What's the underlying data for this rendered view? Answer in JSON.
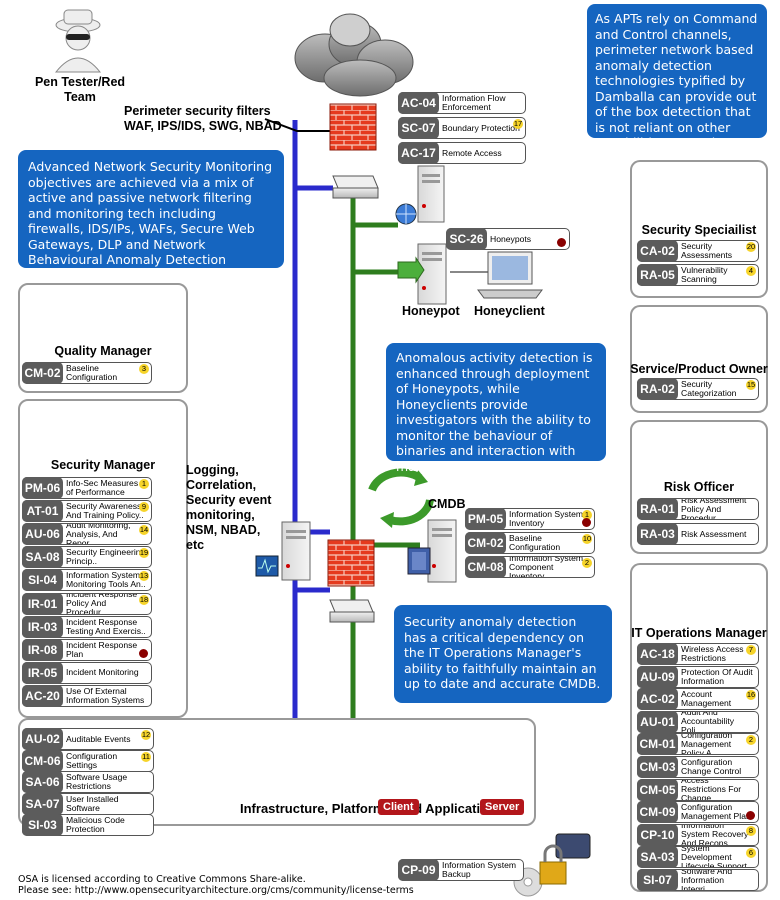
{
  "roles": {
    "pen_tester": "Pen Tester/Red Team",
    "quality_manager": "Quality Manager",
    "security_manager": "Security Manager",
    "security_specialist": "Security Speciailist",
    "service_owner": "Service/Product Owner",
    "risk_officer": "Risk Officer",
    "it_ops_manager": "IT Operations Manager"
  },
  "labels": {
    "perimeter": "Perimeter security filters\nWAF, IPS/IDS, SWG, NBAD",
    "honeypot": "Honeypot",
    "honeyclient": "Honeyclient",
    "logging": "Logging,\nCorrelation,\nSecurity event\nmonitoring,\nNSM, NBAD,\netc",
    "cmdb": "CMDB",
    "infrastructure": "Infrastructure, Platforms, and Applications",
    "client": "Client",
    "server": "Server"
  },
  "callouts": {
    "apt": "As APTs rely on Command and Control channels, perimeter network based anomaly detection technologies typified by Damballa can provide out of the box detection that is not reliant on other capabilities Detection",
    "monitoring": "Advanced Network Security Monitoring objectives are achieved via a mix of active and passive network filtering and monitoring tech including firewalls, IDS/IPs, WAFs, Secure Web Gateways, DLP and Network Behavioural Anomaly Detection",
    "honeypots": "Anomalous activity detection is enhanced through deployment of Honeypots, while Honeyclients provide investigators with the ability to monitor the behaviour of binaries and interaction with malicious web sites",
    "cmdb": "Security anomaly detection has a critical dependency on the IT Operations Manager's ability to faithfully maintain an up to date and accurate CMDB."
  },
  "controls": {
    "perimeter": [
      {
        "code": "AC-04",
        "name": "Information Flow Enforcement",
        "badge": ""
      },
      {
        "code": "SC-07",
        "name": "Boundary Protection",
        "badge": "17"
      },
      {
        "code": "AC-17",
        "name": "Remote Access",
        "badge": ""
      }
    ],
    "honeypots": [
      {
        "code": "SC-26",
        "name": "Honeypots",
        "badge": "",
        "dot": true
      }
    ],
    "quality": [
      {
        "code": "CM-02",
        "name": "Baseline Configuration",
        "badge": "3"
      }
    ],
    "security_manager": [
      {
        "code": "PM-06",
        "name": "Info-Sec Measures of Performance",
        "badge": "1"
      },
      {
        "code": "AT-01",
        "name": "Security Awareness And Training Policy..",
        "badge": "9"
      },
      {
        "code": "AU-06",
        "name": "Audit Monitoring, Analysis, And Repor..",
        "badge": "14"
      },
      {
        "code": "SA-08",
        "name": "Security Engineering Princip..",
        "badge": "19"
      },
      {
        "code": "SI-04",
        "name": "Information System Monitoring Tools An..",
        "badge": "13"
      },
      {
        "code": "IR-01",
        "name": "Incident Response Policy And Procedur..",
        "badge": "18"
      },
      {
        "code": "IR-03",
        "name": "Incident Response Testing And Exercis..",
        "badge": ""
      },
      {
        "code": "IR-08",
        "name": "Incident Response Plan",
        "badge": "",
        "dot": true
      },
      {
        "code": "IR-05",
        "name": "Incident Monitoring",
        "badge": ""
      },
      {
        "code": "AC-20",
        "name": "Use Of External Information Systems",
        "badge": ""
      }
    ],
    "cmdb": [
      {
        "code": "PM-05",
        "name": "Information System Inventory",
        "badge": "1",
        "dot": true
      },
      {
        "code": "CM-02",
        "name": "Baseline Configuration",
        "badge": "10"
      },
      {
        "code": "CM-08",
        "name": "Information System Component Inventory",
        "badge": "2"
      }
    ],
    "infrastructure": [
      {
        "code": "AU-02",
        "name": "Auditable Events",
        "badge": "12"
      },
      {
        "code": "CM-06",
        "name": "Configuration Settings",
        "badge": "11"
      },
      {
        "code": "SA-06",
        "name": "Software Usage Restrictions",
        "badge": ""
      },
      {
        "code": "SA-07",
        "name": "User Installed Software",
        "badge": ""
      },
      {
        "code": "SI-03",
        "name": "Malicious Code Protection",
        "badge": ""
      }
    ],
    "backup": [
      {
        "code": "CP-09",
        "name": "Information System Backup",
        "badge": ""
      }
    ],
    "security_specialist": [
      {
        "code": "CA-02",
        "name": "Security Assessments",
        "badge": "20"
      },
      {
        "code": "RA-05",
        "name": "Vulnerability Scanning",
        "badge": "4"
      }
    ],
    "service_owner": [
      {
        "code": "RA-02",
        "name": "Security Categorization",
        "badge": "15"
      }
    ],
    "risk_officer": [
      {
        "code": "RA-01",
        "name": "Risk Assessment Policy And Procedur..",
        "badge": ""
      },
      {
        "code": "RA-03",
        "name": "Risk Assessment",
        "badge": ""
      }
    ],
    "it_ops": [
      {
        "code": "AC-18",
        "name": "Wireless Access Restrictions",
        "badge": "7"
      },
      {
        "code": "AU-09",
        "name": "Protection Of Audit Information",
        "badge": ""
      },
      {
        "code": "AC-02",
        "name": "Account Management",
        "badge": "16"
      },
      {
        "code": "AU-01",
        "name": "Audit And Accountability Poli..",
        "badge": ""
      },
      {
        "code": "CM-01",
        "name": "Configuration Management Policy A..",
        "badge": "2"
      },
      {
        "code": "CM-03",
        "name": "Configuration Change Control",
        "badge": ""
      },
      {
        "code": "CM-05",
        "name": "Access Restrictions For Change",
        "badge": ""
      },
      {
        "code": "CM-09",
        "name": "Configuration Management Plan",
        "badge": "",
        "dot": true
      },
      {
        "code": "CP-10",
        "name": "Information System Recovery And Recons..",
        "badge": "8"
      },
      {
        "code": "SA-03",
        "name": "System Development Lifecycle Support",
        "badge": "6"
      },
      {
        "code": "SI-07",
        "name": "Software And Information Integri..",
        "badge": ""
      }
    ]
  },
  "footer": {
    "line1": "OSA is licensed according to Creative Commons Share-alike.",
    "line2": "Please see: http://www.opensecurityarchitecture.org/cms/community/license-terms"
  },
  "colors": {
    "callout": "#1565c0",
    "blue_line": "#2a2acc",
    "green_line": "#2e7d1e",
    "firewall": "#e53a1e",
    "badge": "#f6d42a",
    "code": "#5c5c5c"
  }
}
